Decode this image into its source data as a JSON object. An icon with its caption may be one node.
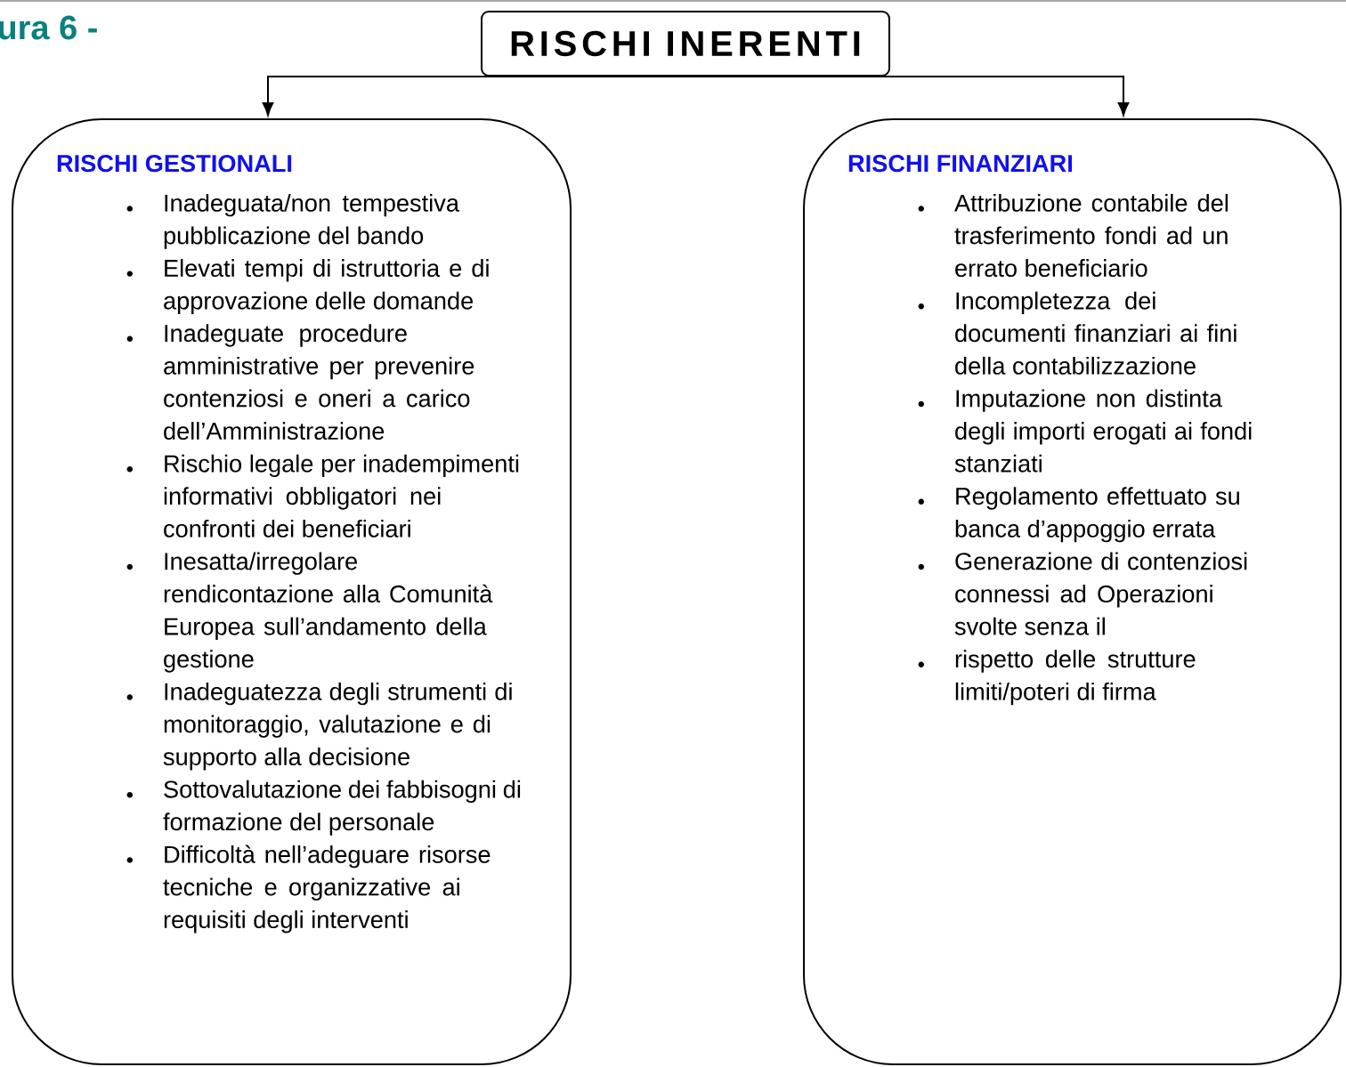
{
  "diagram": {
    "nodes": [
      {
        "text": [
          "RISCHI INERENTI"
        ]
      },
      {
        "text": [
          "RISCHI GESTIONALI",
          "Inadeguata/non tempestiva pubblicazione del bando",
          "Elevati tempi di istruttoria e di approvazione delle domande",
          "Inadeguate procedure amministrative per prevenire contenziosi e oneri a carico dell’Amministrazione",
          "Rischio legale per inadempimenti informativi obbligatori nei confronti dei beneficiari",
          "Inesatta/irregolare rendicontazione alla Comunità Europea sull’andamento della gestione",
          "Inadeguatezza degli strumenti di monitoraggio, valutazione e di supporto alla decisione",
          "Sottovalutazione dei fabbisogni di formazione del personale",
          "Difficoltà nell’adeguare risorse tecniche e organizzative ai requisiti degli interventi"
        ]
      },
      {
        "text": [
          "RISCHI FINANZIARI",
          "Attribuzione contabile del trasferimento fondi ad un errato beneficiario",
          "Incompletezza dei documenti finanziari ai fini della contabilizzazione",
          "Imputazione non distinta degli importi erogati ai fondi stanziati",
          "Regolamento effettuato su banca d’appoggio errata",
          "Generazione di contenziosi connessi ad Operazioni svolte senza il",
          "rispetto delle strutture limiti/poteri di firma"
        ]
      }
    ],
    "edges": [
      {
        "from": 0,
        "to": 1,
        "arrow": "to"
      },
      {
        "from": 0,
        "to": 2,
        "arrow": "to"
      }
    ],
    "labels": [
      "ura 6 -"
    ]
  }
}
